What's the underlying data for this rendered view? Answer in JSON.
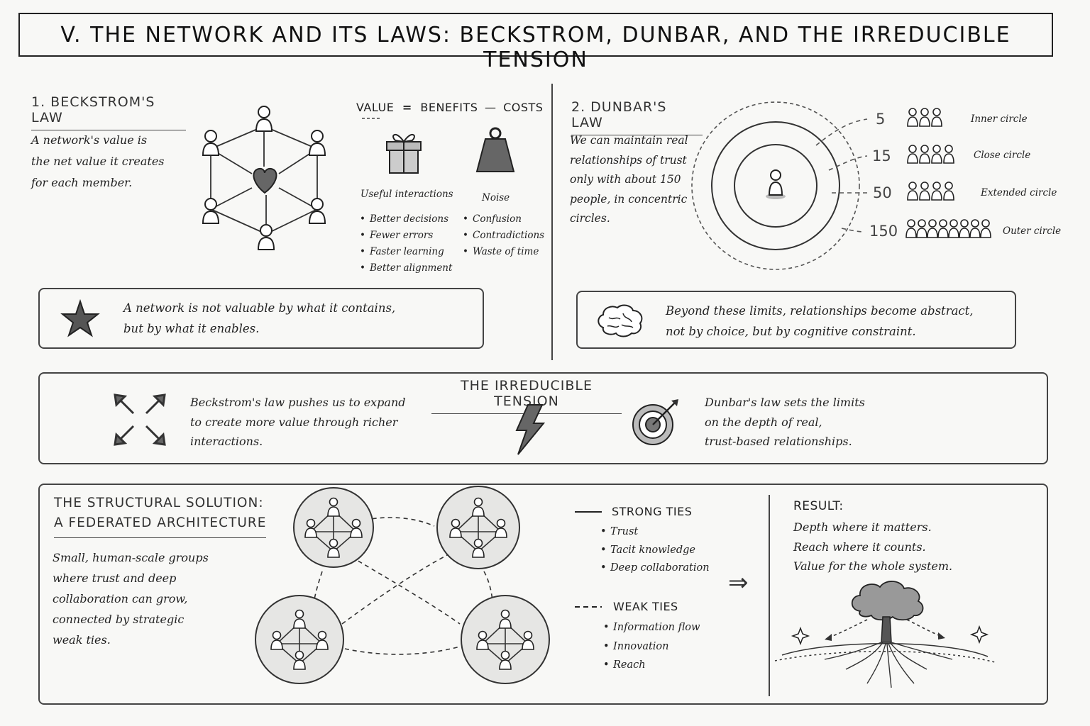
{
  "title": "V.  THE NETWORK AND ITS LAWS: BECKSTROM, DUNBAR, AND THE IRREDUCIBLE TENSION",
  "beckstrom": {
    "heading": "1.  BECKSTROM'S LAW",
    "text": [
      "A network's value is",
      "the net value it creates",
      "for each member."
    ],
    "equation": {
      "value": "VALUE",
      "eq": "=",
      "benefits": "BENEFITS",
      "minus": "—",
      "costs": "COSTS"
    },
    "benefits_label": "Useful interactions",
    "benefits_items": [
      "Better decisions",
      "Fewer errors",
      "Faster learning",
      "Better alignment"
    ],
    "costs_label": "Noise",
    "costs_items": [
      "Confusion",
      "Contradictions",
      "Waste of time"
    ],
    "quote": [
      "A network is not valuable by what it contains,",
      "but by what it enables."
    ],
    "icons": [
      "people-network-icon",
      "heart-icon",
      "gift-icon",
      "weight-icon",
      "star-icon"
    ]
  },
  "dunbar": {
    "heading": "2.  DUNBAR'S LAW",
    "text": [
      "We can maintain real",
      "relationships of trust",
      "only with about 150",
      "people, in concentric",
      "circles."
    ],
    "circles": [
      {
        "number": "5",
        "label": "Inner circle",
        "people": 3
      },
      {
        "number": "15",
        "label": "Close circle",
        "people": 4
      },
      {
        "number": "50",
        "label": "Extended circle",
        "people": 4
      },
      {
        "number": "150",
        "label": "Outer circle",
        "people": 8
      }
    ],
    "quote": [
      "Beyond these limits, relationships become abstract,",
      "not by choice, but by cognitive constraint."
    ],
    "icons": [
      "concentric-circles-icon",
      "person-icon",
      "brain-icon"
    ]
  },
  "tension": {
    "heading": "THE IRREDUCIBLE TENSION",
    "left": [
      "Beckstrom's law pushes us to expand",
      "to create more value through richer",
      "interactions."
    ],
    "right": [
      "Dunbar's law sets the limits",
      "on the depth of real,",
      "trust-based relationships."
    ],
    "icons": [
      "expand-arrows-icon",
      "lightning-icon",
      "target-icon"
    ]
  },
  "solution": {
    "heading": [
      "THE STRUCTURAL SOLUTION:",
      "A FEDERATED ARCHITECTURE"
    ],
    "text": [
      "Small, human-scale groups",
      "where trust and deep",
      "collaboration can grow,",
      "connected by strategic",
      "weak ties."
    ],
    "strong_ties": {
      "label": "STRONG TIES",
      "items": [
        "Trust",
        "Tacit knowledge",
        "Deep collaboration"
      ]
    },
    "weak_ties": {
      "label": "WEAK TIES",
      "items": [
        "Information flow",
        "Innovation",
        "Reach"
      ]
    },
    "arrow": "⇒",
    "result": {
      "label": "RESULT:",
      "lines": [
        "Depth where it matters.",
        "Reach where it counts.",
        "Value for the whole system."
      ]
    },
    "icons": [
      "federated-groups-icon",
      "tree-icon",
      "sparkle-icon"
    ]
  },
  "colors": {
    "ink": "#222222",
    "fill": "#888888",
    "paper": "#f8f8f6"
  }
}
